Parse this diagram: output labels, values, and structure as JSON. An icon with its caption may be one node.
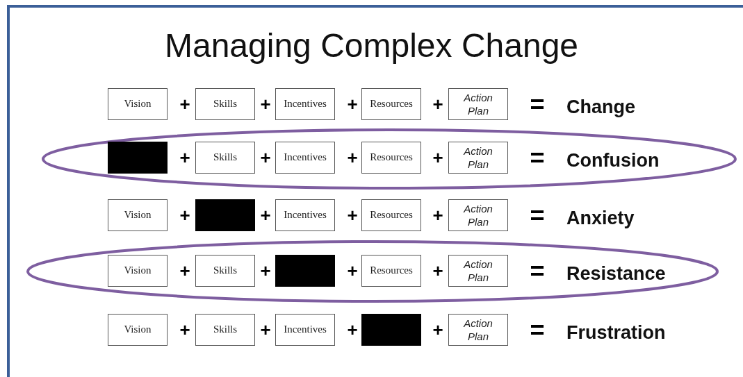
{
  "diagram": {
    "title": "Managing Complex Change",
    "nodes": [
      {
        "text": [
          "Vision"
        ]
      },
      {
        "text": [
          "Skills"
        ]
      },
      {
        "text": [
          "Incentives"
        ]
      },
      {
        "text": [
          "Resources"
        ]
      },
      {
        "text": [
          "Action Plan"
        ]
      },
      {
        "text": [],
        "shape": "box"
      },
      {
        "text": [
          "Skills"
        ]
      },
      {
        "text": [
          "Incentives"
        ]
      },
      {
        "text": [
          "Resources"
        ]
      },
      {
        "text": [
          "Action Plan"
        ]
      },
      {
        "text": [
          "Vision"
        ]
      },
      {
        "text": [],
        "shape": "box"
      },
      {
        "text": [
          "Incentives"
        ]
      },
      {
        "text": [
          "Resources"
        ]
      },
      {
        "text": [
          "Action Plan"
        ]
      },
      {
        "text": [
          "Vision"
        ]
      },
      {
        "text": [
          "Skills"
        ]
      },
      {
        "text": [],
        "shape": "box"
      },
      {
        "text": [
          "Resources"
        ]
      },
      {
        "text": [
          "Action Plan"
        ]
      },
      {
        "text": [
          "Vision"
        ]
      },
      {
        "text": [
          "Skills"
        ]
      },
      {
        "text": [
          "Incentives"
        ]
      },
      {
        "text": [],
        "shape": "box"
      },
      {
        "text": [
          "Action Plan"
        ]
      }
    ],
    "labels": [
      "+",
      "+",
      "+",
      "+",
      "=",
      "Change",
      "+",
      "+",
      "+",
      "+",
      "=",
      "Confusion",
      "+",
      "+",
      "+",
      "+",
      "=",
      "Anxiety",
      "+",
      "+",
      "+",
      "+",
      "=",
      "Resistance",
      "+",
      "+",
      "+",
      "+",
      "=",
      "Frustration"
    ]
  }
}
